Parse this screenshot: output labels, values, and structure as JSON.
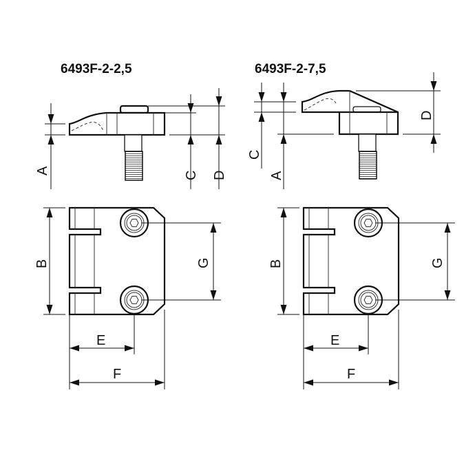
{
  "left": {
    "title": "6493F-2-2,5",
    "labels": {
      "A": "A",
      "C": "C",
      "D": "D",
      "B": "B",
      "G": "G",
      "E": "E",
      "F": "F"
    }
  },
  "right": {
    "title": "6493F-2-7,5",
    "labels": {
      "A": "A",
      "C": "C",
      "D": "D",
      "B": "B",
      "G": "G",
      "E": "E",
      "F": "F"
    }
  },
  "colors": {
    "line": "#111111",
    "background": "#ffffff"
  }
}
